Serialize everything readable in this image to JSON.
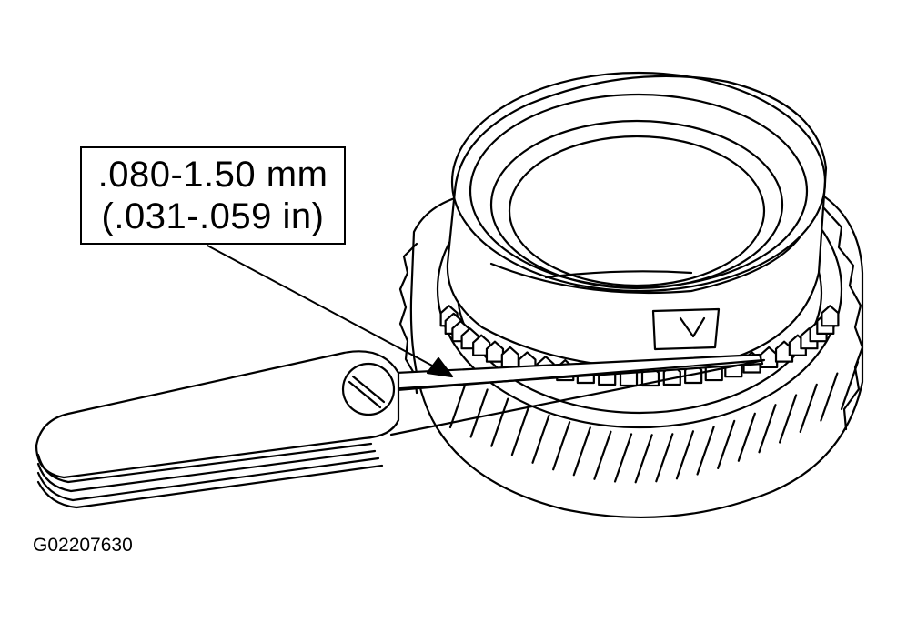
{
  "callout": {
    "line1": ".080-1.50 mm",
    "line2": "(.031-.059 in)"
  },
  "figure_id": "G02207630",
  "colors": {
    "ink": "#000000",
    "paper": "#ffffff"
  }
}
